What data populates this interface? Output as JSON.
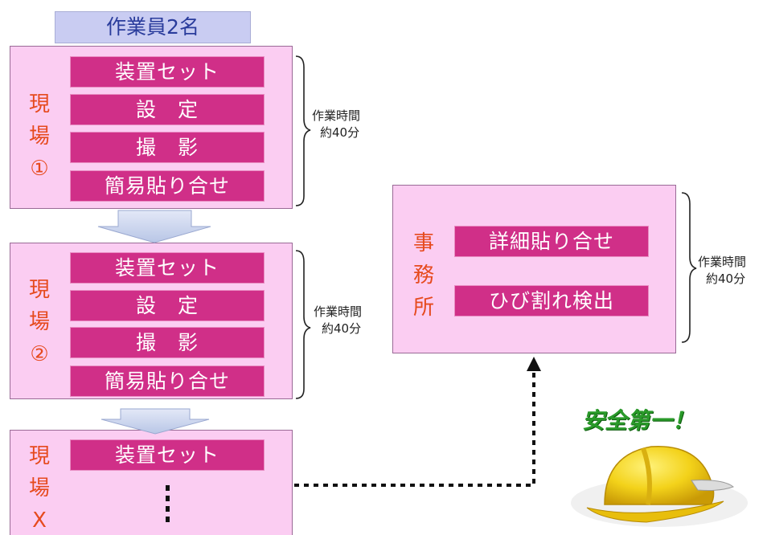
{
  "header": {
    "workers": "作業員2名"
  },
  "sites": [
    {
      "label_lines": [
        "現",
        "場",
        "①"
      ],
      "tasks": [
        "装置セット",
        "設　定",
        "撮　影",
        "簡易貼り合せ"
      ],
      "time_lines": [
        "作業時間",
        "約40分"
      ]
    },
    {
      "label_lines": [
        "現",
        "場",
        "②"
      ],
      "tasks": [
        "装置セット",
        "設　定",
        "撮　影",
        "簡易貼り合せ"
      ],
      "time_lines": [
        "作業時間",
        "約40分"
      ]
    },
    {
      "label_lines": [
        "現",
        "場",
        "X"
      ],
      "tasks": [
        "装置セット"
      ]
    }
  ],
  "office": {
    "label_lines": [
      "事",
      "務",
      "所"
    ],
    "tasks": [
      "詳細貼り合せ",
      "ひび割れ検出"
    ],
    "time_lines": [
      "作業時間",
      "約40分"
    ]
  },
  "safety": {
    "slogan": "安全第一！"
  },
  "colors": {
    "box_fill": "#fbcdf2",
    "task_fill": "#d02f88",
    "label_text": "#e64a1e",
    "header_fill": "#c9ccf2",
    "header_text": "#2a3c9c",
    "slogan_text": "#2a9a2a",
    "helmet": "#f3d21a"
  },
  "icons": [
    "down-arrow-icon",
    "dotted-arrow-icon",
    "hard-hat-icon",
    "curly-brace-icon"
  ]
}
